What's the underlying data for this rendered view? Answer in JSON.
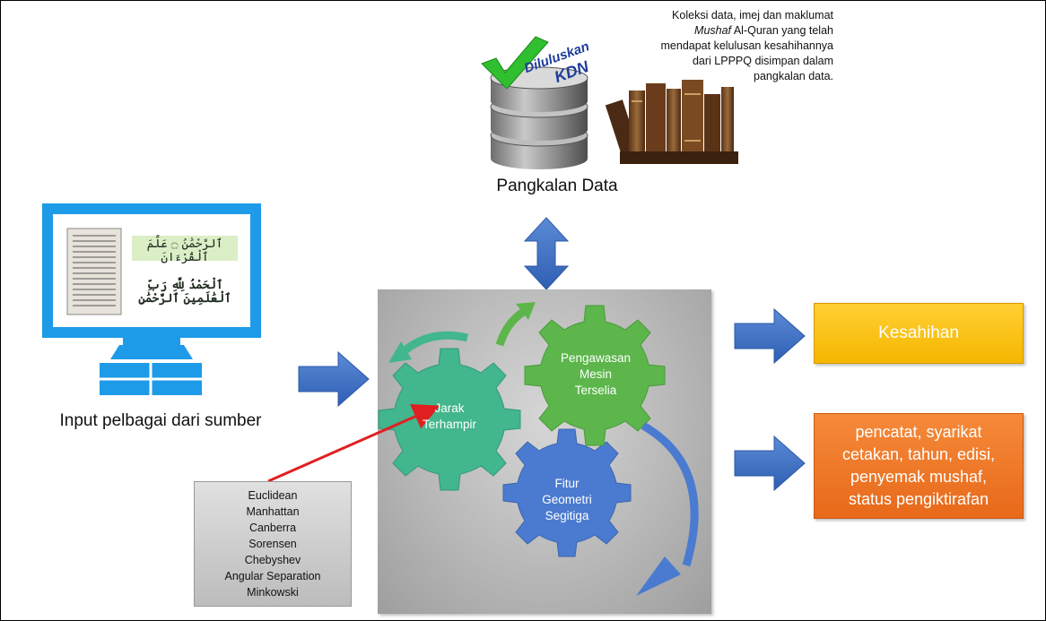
{
  "database": {
    "label": "Pangkalan Data",
    "stamp_line1": "Diluluskan",
    "stamp_line2": "KDN"
  },
  "caption": {
    "line1": "Koleksi data, imej dan maklumat",
    "line2_italic": "Mushaf",
    "line2_rest": " Al-Quran yang telah",
    "line3": "mendapat kelulusan kesahihannya",
    "line4": "dari LPPPQ disimpan dalam",
    "line5": "pangkalan data."
  },
  "input": {
    "label": "Input pelbagai dari sumber",
    "arabic_line1": "ٱلرَّحْمَٰنُ ۝ عَلَّمَ ٱلْقُرْءَانَ",
    "arabic_line2": "ٱلْحَمْدُ لِلَّهِ رَبِّ ٱلْعَٰلَمِينَ ٱلرَّحْمَٰنِ"
  },
  "process": {
    "gear1_line1": "Jarak",
    "gear1_line2": "Terhampir",
    "gear2_line1": "Pengawasan",
    "gear2_line2": "Mesin",
    "gear2_line3": "Terselia",
    "gear3_line1": "Fitur",
    "gear3_line2": "Geometri",
    "gear3_line3": "Segitiga"
  },
  "metrics": [
    "Euclidean",
    "Manhattan",
    "Canberra",
    "Sorensen",
    "Chebyshev",
    "Angular Separation",
    "Minkowski"
  ],
  "outputs": {
    "validity": "Kesahihan",
    "details_line1": "pencatat, syarikat",
    "details_line2": "cetakan, tahun, edisi,",
    "details_line3": "penyemak mushaf,",
    "details_line4": "status pengiktirafan"
  },
  "colors": {
    "arrow_blue": "#4472c4",
    "monitor_blue": "#1e9be8",
    "gear_teal": "#42b68d",
    "gear_green": "#5cb64b",
    "gear_blue": "#4a7bd0",
    "validity_yellow": "#ffc000",
    "details_orange": "#ed7d31",
    "pointer_red": "#e02020"
  }
}
